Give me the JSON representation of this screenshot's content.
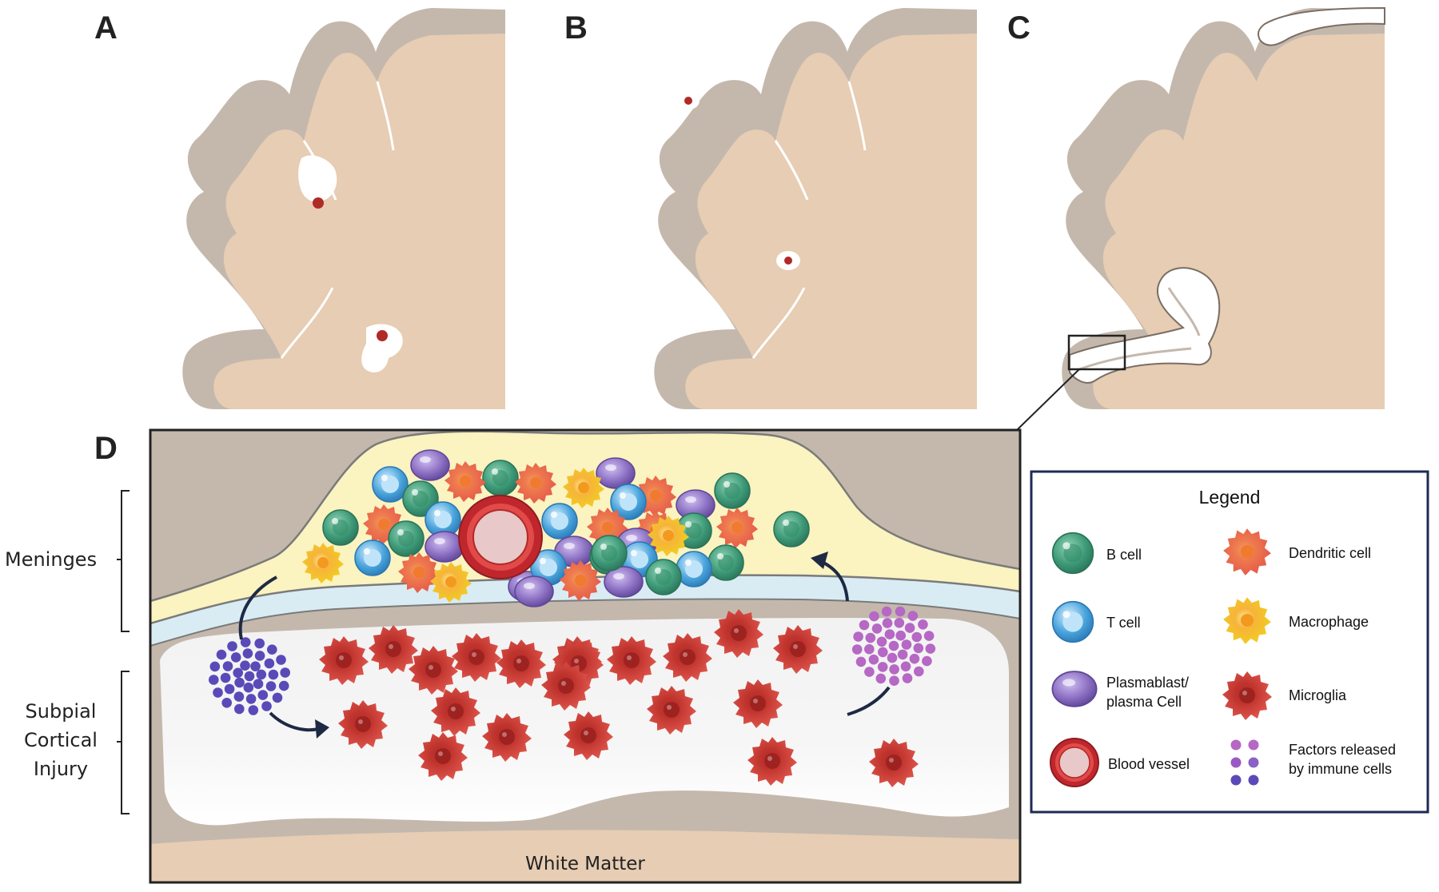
{
  "panels": {
    "a": "A",
    "b": "B",
    "c": "C",
    "d": "D"
  },
  "labels": {
    "meninges": "Meninges",
    "subpial_1": "Subpial",
    "subpial_2": "Cortical",
    "subpial_3": "Injury",
    "white_matter": "White Matter"
  },
  "legend": {
    "title": "Legend",
    "items": {
      "b_cell": "B cell",
      "dendritic": "Dendritic cell",
      "t_cell": "T cell",
      "macrophage": "Macrophage",
      "plasma_1": "Plasmablast/",
      "plasma_2": "plasma Cell",
      "microglia": "Microglia",
      "vessel": "Blood vessel",
      "factors_1": "Factors released",
      "factors_2": "by immune cells"
    }
  },
  "colors": {
    "gray_matter": "#c4b8ad",
    "white_matter": "#e6cdb3",
    "meninges": "#fbf3c0",
    "csf_layer": "#d9ecf4",
    "b_cell": "#3e9a78",
    "t_cell": "#4aa4dc",
    "plasma_cell": "#8b6fc2",
    "dendritic": "#e45c4c",
    "macrophage": "#f2c51e",
    "microglia": "#d9423c",
    "vessel": "#c0272d",
    "factor_blue": "#5a4ab8",
    "factor_violet": "#b568c4"
  }
}
